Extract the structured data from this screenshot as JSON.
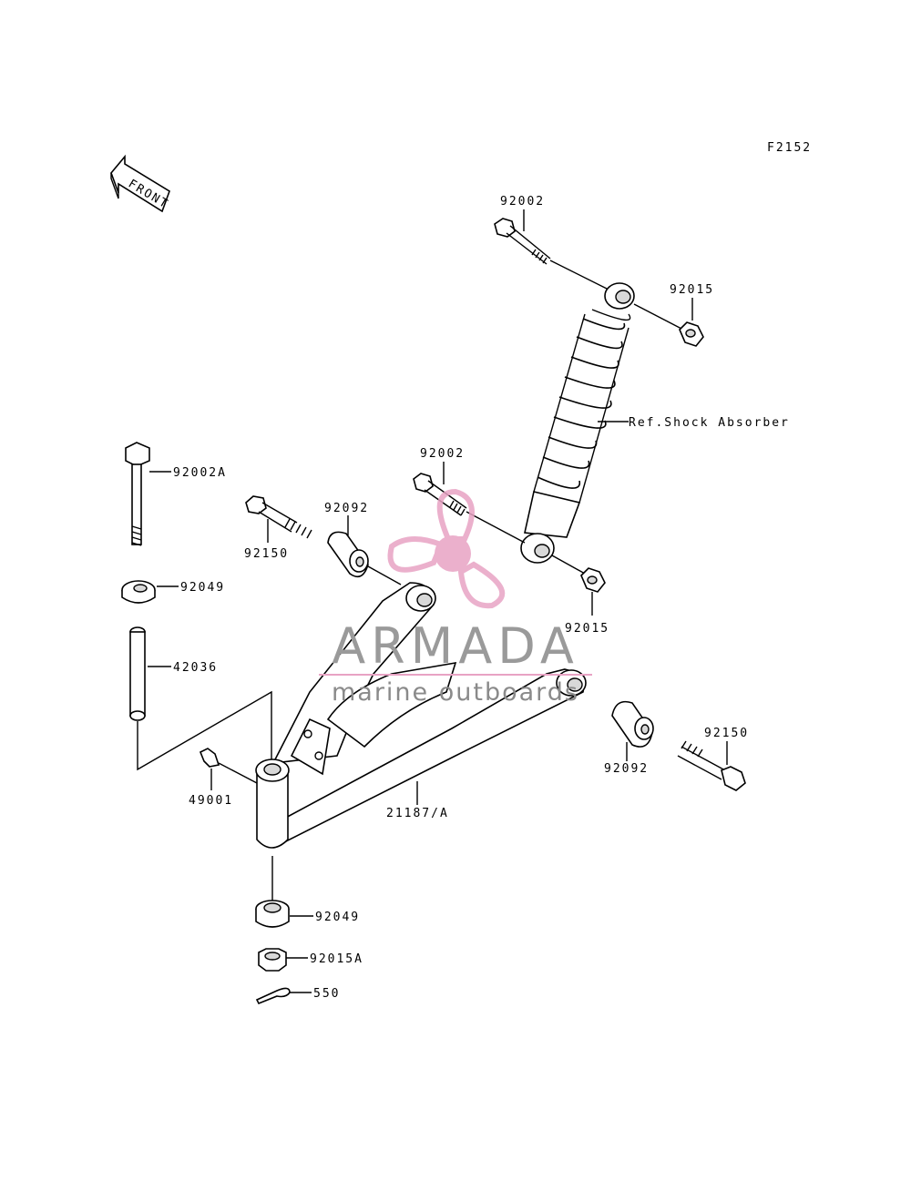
{
  "figure_code": "F2152",
  "front_label": "FRONT",
  "parts": {
    "p92002_top": "92002",
    "p92015_top": "92015",
    "ref_shock": "Ref.Shock Absorber",
    "p92002A": "92002A",
    "p92002_mid": "92002",
    "p92150_left": "92150",
    "p92092_left": "92092",
    "p92049_top": "92049",
    "p92015_mid": "92015",
    "p42036": "42036",
    "p92150_right": "92150",
    "p92092_right": "92092",
    "p49001": "49001",
    "p21187": "21187/A",
    "p92049_bottom": "92049",
    "p92015A": "92015A",
    "p550": "550"
  },
  "watermark": {
    "title": "ARMADA",
    "subtitle": "marine outboards",
    "logo_color": "#e8a3c4"
  }
}
